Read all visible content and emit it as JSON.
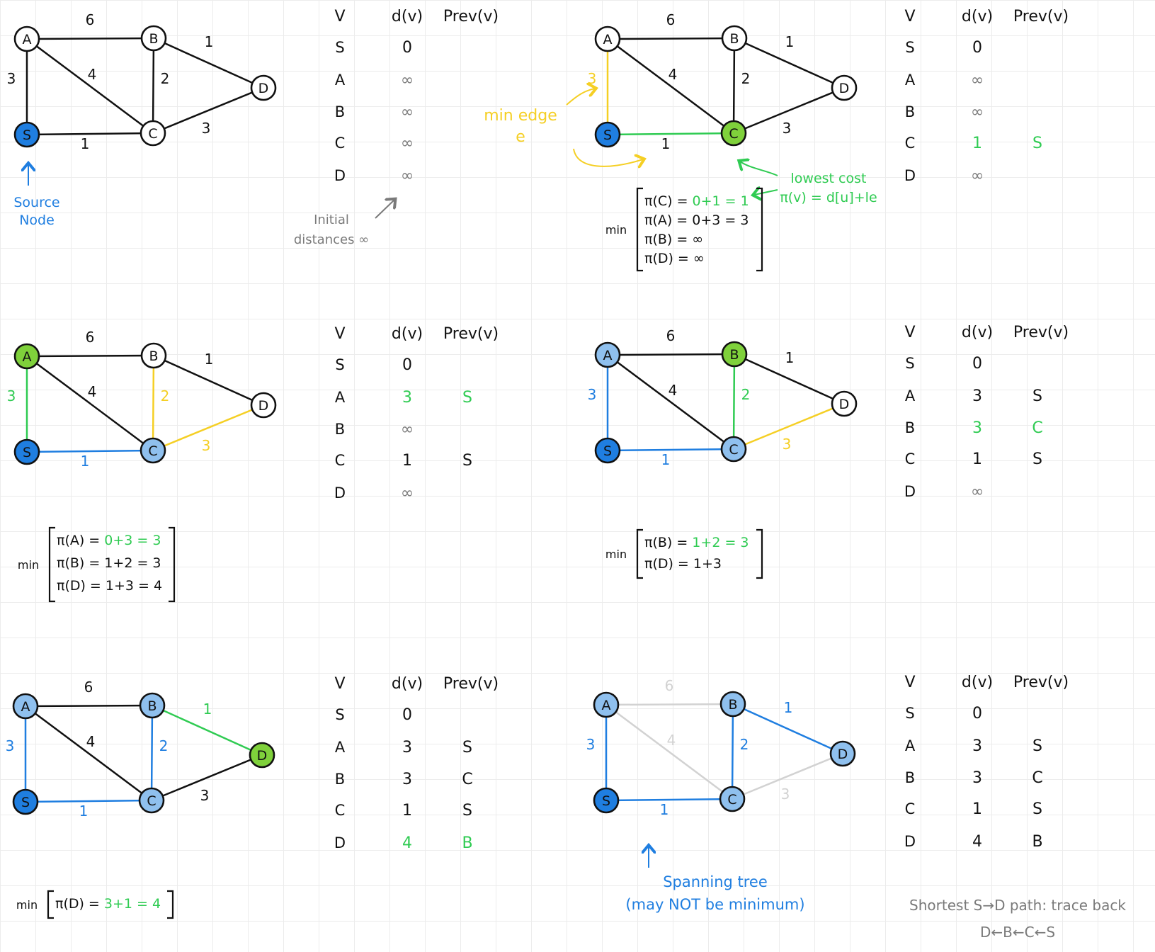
{
  "colors": {
    "ink": "#111111",
    "blue": "#1f7ee0",
    "lightBlue": "#8fc0ee",
    "green": "#2fcb52",
    "nodeGreen": "#7fd13b",
    "yellow": "#f5cf24",
    "gray": "#7a7a7a",
    "lightGray": "#d2d2d2"
  },
  "table_header": {
    "v": "V",
    "d": "d(v)",
    "prev": "Prev(v)"
  },
  "nodes": {
    "S": "S",
    "A": "A",
    "B": "B",
    "C": "C",
    "D": "D"
  },
  "weights": {
    "AB": "6",
    "AC": "4",
    "AS": "3",
    "BC": "2",
    "BD": "1",
    "SC": "1",
    "CD": "3"
  },
  "panels": [
    {
      "id": "p1",
      "rows": [
        {
          "v": "S",
          "d": "0",
          "prev": ""
        },
        {
          "v": "A",
          "d": "∞",
          "prev": ""
        },
        {
          "v": "B",
          "d": "∞",
          "prev": ""
        },
        {
          "v": "C",
          "d": "∞",
          "prev": ""
        },
        {
          "v": "D",
          "d": "∞",
          "prev": ""
        }
      ],
      "annotations": {
        "source_node": "Source\nNode",
        "initial_distances": "Initial\ndistances ∞"
      }
    },
    {
      "id": "p2",
      "rows": [
        {
          "v": "S",
          "d": "0",
          "prev": ""
        },
        {
          "v": "A",
          "d": "∞",
          "prev": ""
        },
        {
          "v": "B",
          "d": "∞",
          "prev": ""
        },
        {
          "v": "C",
          "d": "1",
          "prev": "S"
        },
        {
          "v": "D",
          "d": "∞",
          "prev": ""
        }
      ],
      "annotations": {
        "min_edge": "min edge\ne",
        "lowest_cost": "lowest cost\nπ(v) = d[u]+le",
        "min_label": "min",
        "min_lines": [
          "π(C) = 0+1 = 1",
          "π(A) = 0+3 = 3",
          "π(B) = ∞",
          "π(D) = ∞"
        ]
      }
    },
    {
      "id": "p3",
      "rows": [
        {
          "v": "S",
          "d": "0",
          "prev": ""
        },
        {
          "v": "A",
          "d": "3",
          "prev": "S"
        },
        {
          "v": "B",
          "d": "∞",
          "prev": ""
        },
        {
          "v": "C",
          "d": "1",
          "prev": "S"
        },
        {
          "v": "D",
          "d": "∞",
          "prev": ""
        }
      ],
      "annotations": {
        "min_label": "min",
        "min_lines": [
          "π(A) = 0+3 = 3",
          "π(B) = 1+2 = 3",
          "π(D) = 1+3 = 4"
        ]
      }
    },
    {
      "id": "p4",
      "rows": [
        {
          "v": "S",
          "d": "0",
          "prev": ""
        },
        {
          "v": "A",
          "d": "3",
          "prev": "S"
        },
        {
          "v": "B",
          "d": "3",
          "prev": "C"
        },
        {
          "v": "C",
          "d": "1",
          "prev": "S"
        },
        {
          "v": "D",
          "d": "∞",
          "prev": ""
        }
      ],
      "annotations": {
        "min_label": "min",
        "min_lines": [
          "π(B) = 1+2 = 3",
          "π(D) = 1+3"
        ]
      }
    },
    {
      "id": "p5",
      "rows": [
        {
          "v": "S",
          "d": "0",
          "prev": ""
        },
        {
          "v": "A",
          "d": "3",
          "prev": "S"
        },
        {
          "v": "B",
          "d": "3",
          "prev": "C"
        },
        {
          "v": "C",
          "d": "1",
          "prev": "S"
        },
        {
          "v": "D",
          "d": "4",
          "prev": "B"
        }
      ],
      "annotations": {
        "min_label": "min",
        "min_lines": [
          "π(D) = 3+1 = 4"
        ]
      }
    },
    {
      "id": "p6",
      "rows": [
        {
          "v": "S",
          "d": "0",
          "prev": ""
        },
        {
          "v": "A",
          "d": "3",
          "prev": "S"
        },
        {
          "v": "B",
          "d": "3",
          "prev": "C"
        },
        {
          "v": "C",
          "d": "1",
          "prev": "S"
        },
        {
          "v": "D",
          "d": "4",
          "prev": "B"
        }
      ],
      "annotations": {
        "spanning_tree": "Spanning tree\n(may NOT be minimum)",
        "shortest_path": "Shortest S→D path: trace back",
        "trace": "D←B←C←S"
      }
    }
  ]
}
